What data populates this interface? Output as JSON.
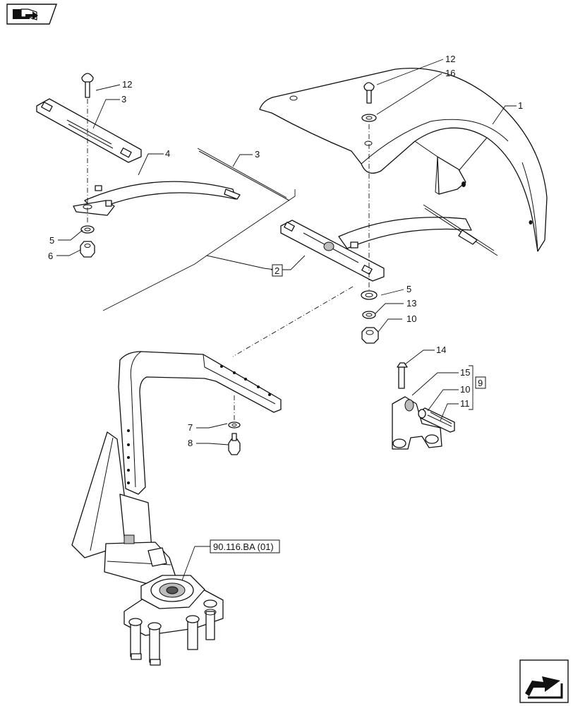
{
  "corner_icons": {
    "top_left": "navigate-book-icon",
    "bottom_right": "next-page-arrow-icon"
  },
  "callouts": {
    "c1": "1",
    "c2": "2",
    "c3_top": "3",
    "c3_cable": "3",
    "c4": "4",
    "c5_left": "5",
    "c6": "6",
    "c12_left": "12",
    "c12_right": "12",
    "c16": "16",
    "c5_right": "5",
    "c13": "13",
    "c10_right": "10",
    "c14": "14",
    "c15": "15",
    "c10_bracket": "10",
    "c11": "11",
    "c9": "9",
    "c7": "7",
    "c8": "8"
  },
  "reference": {
    "label": "90.116.BA (01)"
  }
}
